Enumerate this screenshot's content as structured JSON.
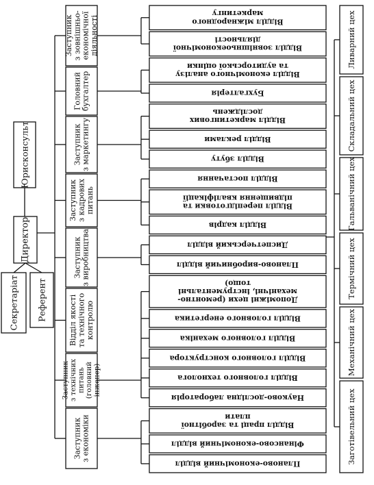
{
  "top": {
    "secretariat": "Секретаріат",
    "referent": "Референт",
    "director": "Директор",
    "lawyer": "Юрисконсульт"
  },
  "deputies": [
    {
      "lines": [
        "Заступник",
        "з економіки"
      ]
    },
    {
      "lines": [
        "Заступник",
        "з технічних",
        "питань",
        "(головний",
        "інженер)"
      ]
    },
    {
      "lines": [
        "Відділ якості",
        "та технічного",
        "контролю"
      ]
    },
    {
      "lines": [
        "Заступник",
        "з виробництва"
      ]
    },
    {
      "lines": [
        "Заступник",
        "з кадрових",
        "питань"
      ]
    },
    {
      "lines": [
        "Заступник",
        "з маркетингу"
      ]
    },
    {
      "lines": [
        "Головний",
        "бухгалтер"
      ]
    },
    {
      "lines": [
        "Заступник",
        "з зовнішньо-",
        "економічної",
        "діяльності"
      ]
    }
  ],
  "departments": [
    {
      "lines": [
        "Планово-економічний відділ"
      ]
    },
    {
      "lines": [
        "Фінансово-економічний відділ"
      ]
    },
    {
      "lines": [
        "Відділ праці та заробітної",
        "плати"
      ]
    },
    {
      "lines": [
        "Науково-дослідна лабораторія"
      ]
    },
    {
      "lines": [
        "Відділ головного технолога"
      ]
    },
    {
      "lines": [
        "Відділ головного конструктора"
      ]
    },
    {
      "lines": [
        "Відділ головного механіка"
      ]
    },
    {
      "lines": [
        "Відділ головного енергетика"
      ]
    },
    {
      "lines": [
        "Допоміжні цехи (ремонтно-",
        "механічні, інструментальні",
        "тощо)"
      ]
    },
    {
      "lines": [
        "Планово-виробничий відділ"
      ]
    },
    {
      "lines": [
        "Диспетчерський відділ"
      ]
    },
    {
      "lines": [
        "Відділ кадрів"
      ]
    },
    {
      "lines": [
        "Відділ перепідготовки та",
        "підвищення кваліфікації"
      ]
    },
    {
      "lines": [
        "Відділ постачання"
      ]
    },
    {
      "lines": [
        "Відділ збуту"
      ]
    },
    {
      "lines": [
        "Відділ реклами"
      ]
    },
    {
      "lines": [
        "Відділ маркетингових",
        "досліджень"
      ]
    },
    {
      "lines": [
        "Бухгалтерія"
      ]
    },
    {
      "lines": [
        "Відділ економічного аналізу",
        "та аудиторської оцінки"
      ]
    },
    {
      "lines": [
        "Відділ зовнішньоекономічної",
        "діяльності"
      ]
    },
    {
      "lines": [
        "Відділ міжнародного",
        "маркетингу"
      ]
    }
  ],
  "workshops": [
    "Заготівельний цех",
    "Механічний цех",
    "Термічний цех",
    "Гальванічний цех",
    "Складальний цех",
    "Ливарний цех"
  ]
}
